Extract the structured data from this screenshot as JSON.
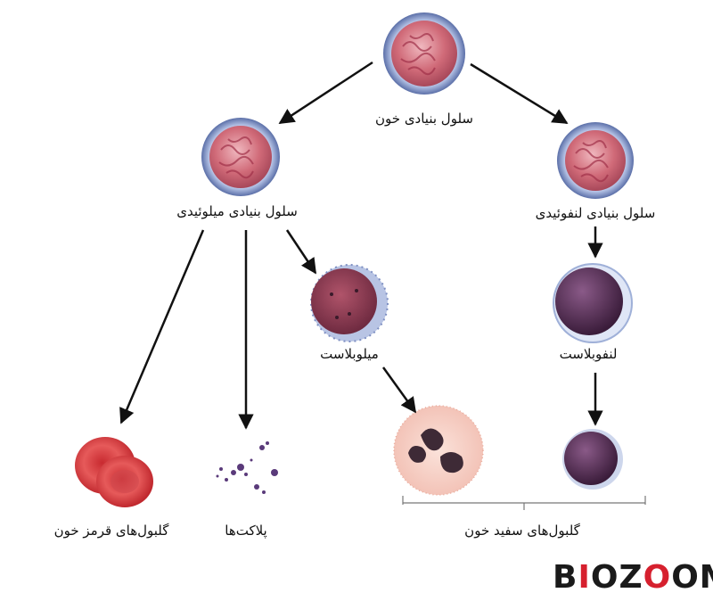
{
  "labels": {
    "hsc": "سلول بنیادی خون",
    "myeloid": "سلول بنیادی میلوئیدی",
    "lymphoid": "سلول بنیادی لنفوئیدی",
    "myeloblast": "میلوبلاست",
    "lymphoblast": "لنفوبلاست",
    "rbc": "گلبول‌های قرمز خون",
    "platelets": "پلاکت‌ها",
    "wbc": "گلبول‌های سفید خون"
  },
  "logo": {
    "text": "BIOZOOM",
    "accent_color": "#d6202e"
  },
  "colors": {
    "stem_cell": "#c85d6e",
    "stem_cell_rim": "#6a7fb8",
    "rbc": "#d8383e",
    "lymph": "#4a2848",
    "arrow": "#111111"
  }
}
